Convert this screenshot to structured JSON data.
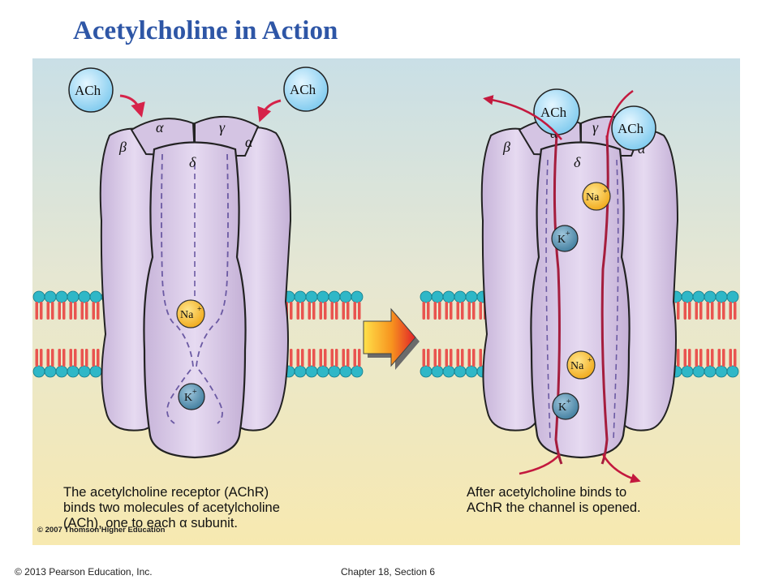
{
  "slide": {
    "title": "Acetylcholine in Action",
    "footer_left": "© 2013 Pearson Education, Inc.",
    "footer_right": "Chapter 18, Section 6"
  },
  "figure": {
    "left": {
      "caption_lines": [
        "The acetylcholine receptor (AChR)",
        "binds two molecules of acetylcholine",
        "(ACh), one to each α subunit."
      ],
      "ach_labels": [
        "ACh",
        "ACh"
      ],
      "subunits": {
        "beta": "β",
        "alpha1": "α",
        "gamma": "γ",
        "alpha2": "α",
        "delta": "δ"
      },
      "ions": {
        "na": "Na",
        "k": "K",
        "charge": "+"
      }
    },
    "right": {
      "caption_lines": [
        "After acetylcholine binds to",
        "AChR the channel is opened."
      ],
      "ach_labels": [
        "ACh",
        "ACh"
      ],
      "subunits": {
        "beta": "β",
        "alpha1": "α",
        "gamma": "γ",
        "alpha2": "α",
        "delta": "δ"
      },
      "ions": {
        "na": "Na",
        "k": "K",
        "charge": "+"
      }
    },
    "copyright": "© 2007 Thomson Higher Education"
  }
}
